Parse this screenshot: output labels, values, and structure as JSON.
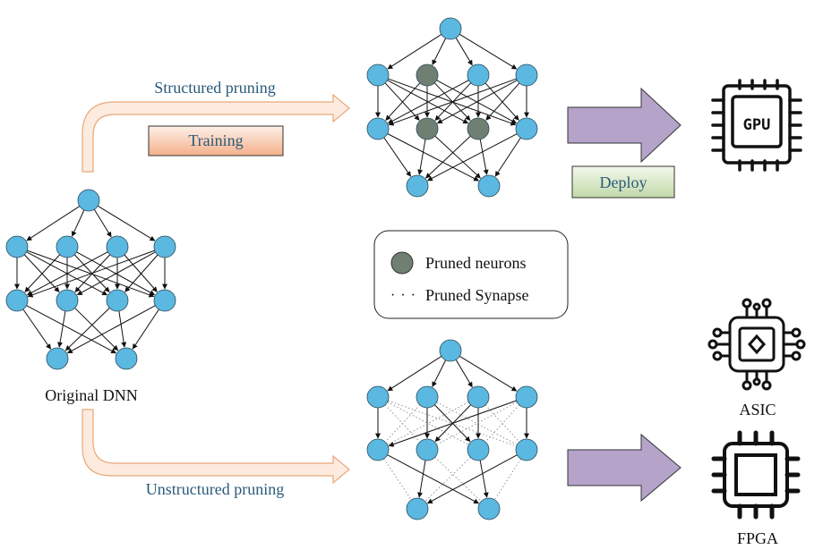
{
  "labels": {
    "structured": "Structured pruning",
    "training": "Training",
    "deploy": "Deploy",
    "original": "Original DNN",
    "unstructured": "Unstructured pruning",
    "asic": "ASIC",
    "fpga": "FPGA",
    "gpu_chip_text": "GPU"
  },
  "legend": {
    "pruned_neurons": "Pruned neurons",
    "pruned_synapse": "Pruned Synapse",
    "pruned_synapse_marker": "· · ·"
  },
  "colors": {
    "neuron": "#5BB8E0",
    "pruned_neuron": "#6F7F72",
    "curved_arrow_fill": "#FDEBDF",
    "curved_arrow_stroke": "#E8A878",
    "big_arrow_fill": "#B5A3C9",
    "training_box_top": "#FDF0E8",
    "training_box_bottom": "#F4B08A",
    "deploy_box_top": "#F3F8EC",
    "deploy_box_bottom": "#C2D9A8",
    "label_blue": "#2A5A7A"
  },
  "icons": [
    "gpu-chip-icon",
    "asic-chip-icon",
    "fpga-chip-icon"
  ]
}
